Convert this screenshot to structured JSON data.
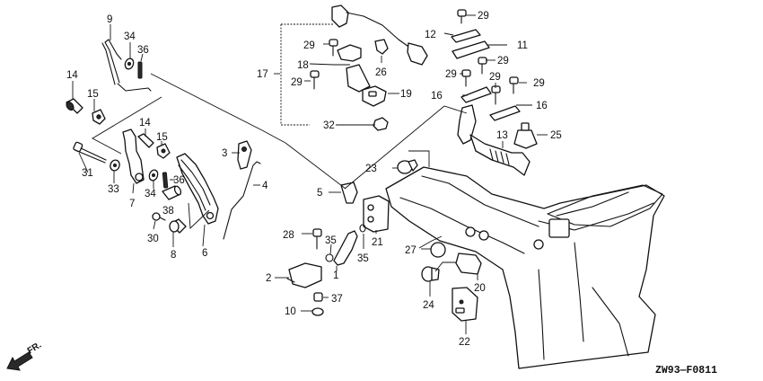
{
  "diagram": {
    "title": "Outboard engine under-case / oil case parts exploded view",
    "figure_code": "ZW93—F0811",
    "direction_indicator": "FR.",
    "callouts": [
      {
        "id": "9",
        "label": "9"
      },
      {
        "id": "34a",
        "label": "34"
      },
      {
        "id": "36a",
        "label": "36"
      },
      {
        "id": "14a",
        "label": "14"
      },
      {
        "id": "15a",
        "label": "15"
      },
      {
        "id": "14b",
        "label": "14"
      },
      {
        "id": "15b",
        "label": "15"
      },
      {
        "id": "31",
        "label": "31"
      },
      {
        "id": "33",
        "label": "33"
      },
      {
        "id": "7",
        "label": "7"
      },
      {
        "id": "34b",
        "label": "34"
      },
      {
        "id": "36b",
        "label": "36"
      },
      {
        "id": "38",
        "label": "38"
      },
      {
        "id": "30",
        "label": "30"
      },
      {
        "id": "8",
        "label": "8"
      },
      {
        "id": "6",
        "label": "6"
      },
      {
        "id": "3",
        "label": "3"
      },
      {
        "id": "4",
        "label": "4"
      },
      {
        "id": "17",
        "label": "17"
      },
      {
        "id": "29a",
        "label": "29"
      },
      {
        "id": "18",
        "label": "18"
      },
      {
        "id": "29b",
        "label": "29"
      },
      {
        "id": "26",
        "label": "26"
      },
      {
        "id": "19",
        "label": "19"
      },
      {
        "id": "32",
        "label": "32"
      },
      {
        "id": "29c",
        "label": "29"
      },
      {
        "id": "12",
        "label": "12"
      },
      {
        "id": "11",
        "label": "11"
      },
      {
        "id": "29d",
        "label": "29"
      },
      {
        "id": "29e",
        "label": "29"
      },
      {
        "id": "29f",
        "label": "29"
      },
      {
        "id": "29g",
        "label": "29"
      },
      {
        "id": "16a",
        "label": "16"
      },
      {
        "id": "16b",
        "label": "16"
      },
      {
        "id": "13",
        "label": "13"
      },
      {
        "id": "25",
        "label": "25"
      },
      {
        "id": "23",
        "label": "23"
      },
      {
        "id": "5",
        "label": "5"
      },
      {
        "id": "21",
        "label": "21"
      },
      {
        "id": "28",
        "label": "28"
      },
      {
        "id": "35a",
        "label": "35"
      },
      {
        "id": "35b",
        "label": "35"
      },
      {
        "id": "1",
        "label": "1"
      },
      {
        "id": "2",
        "label": "2"
      },
      {
        "id": "37",
        "label": "37"
      },
      {
        "id": "10",
        "label": "10"
      },
      {
        "id": "27",
        "label": "27"
      },
      {
        "id": "24",
        "label": "24"
      },
      {
        "id": "20",
        "label": "20"
      },
      {
        "id": "22",
        "label": "22"
      }
    ]
  }
}
